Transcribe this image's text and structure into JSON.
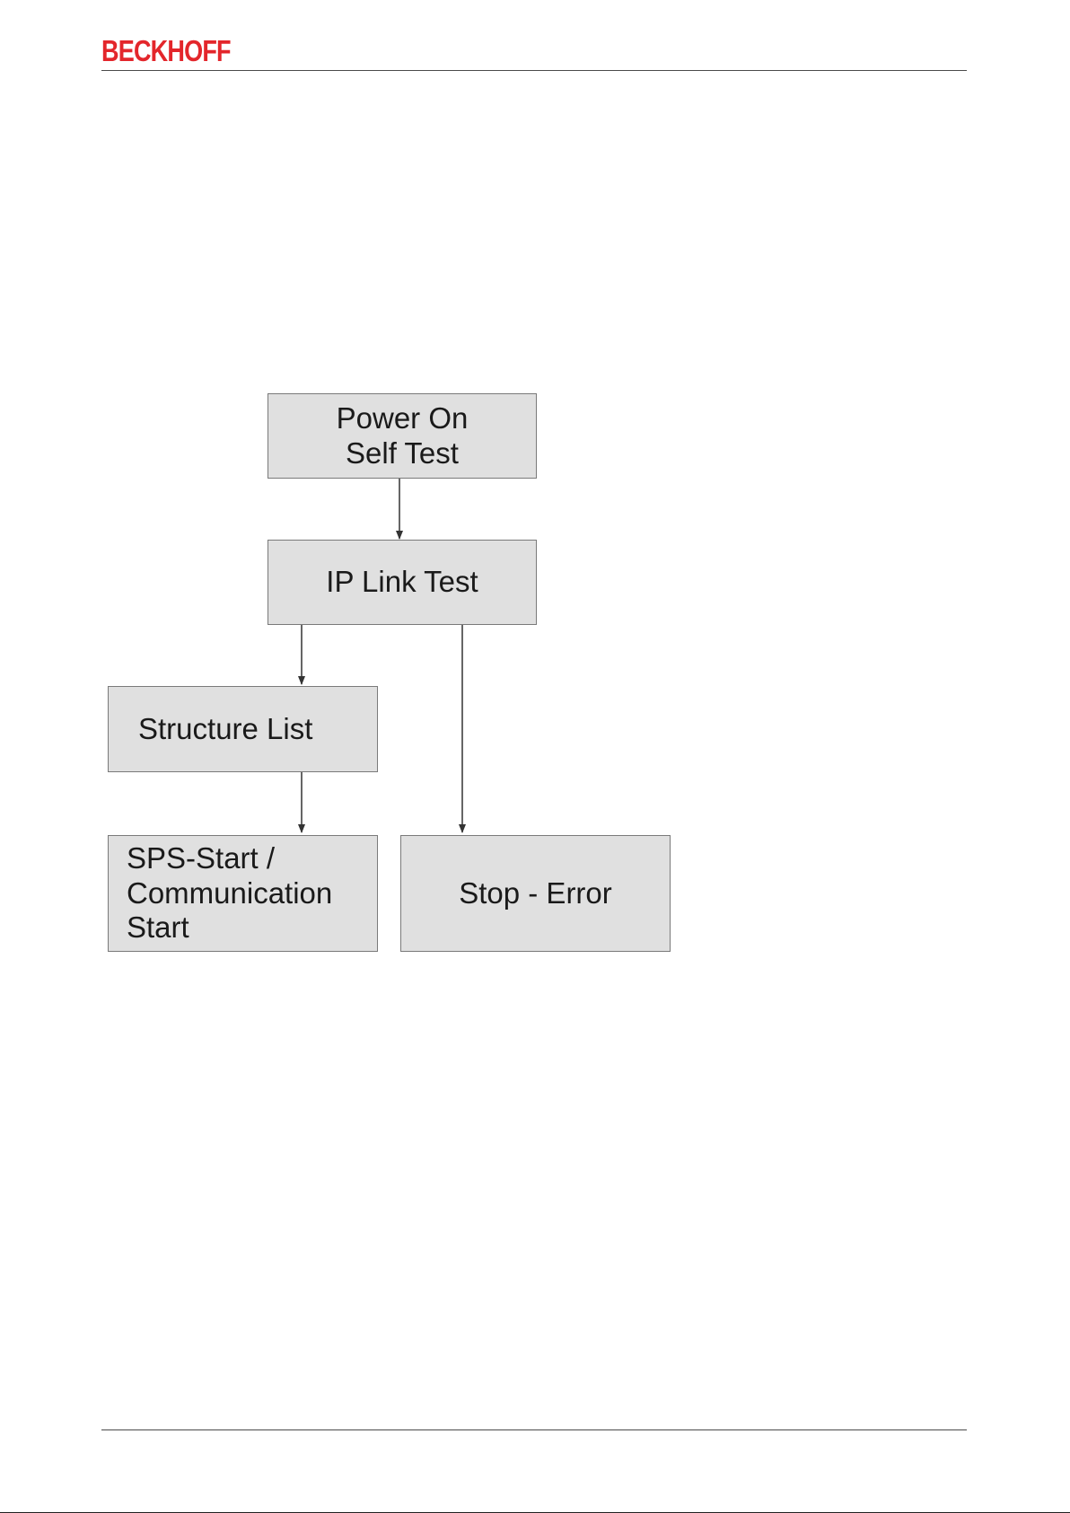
{
  "header": {
    "logo_text": "BECKHOFF",
    "logo_color": "#e3262b"
  },
  "flowchart": {
    "nodes": {
      "power_on": "Power On\nSelf Test",
      "ip_link": "IP Link Test",
      "structure_list": "Structure List",
      "sps_start": "SPS-Start /\nCommunication\nStart",
      "stop_error": "Stop - Error"
    },
    "edges": [
      {
        "from": "power_on",
        "to": "ip_link"
      },
      {
        "from": "ip_link",
        "to": "structure_list"
      },
      {
        "from": "ip_link",
        "to": "stop_error"
      },
      {
        "from": "structure_list",
        "to": "sps_start"
      }
    ],
    "box_fill": "#e0e0e0",
    "box_border": "#7a7a7a"
  }
}
